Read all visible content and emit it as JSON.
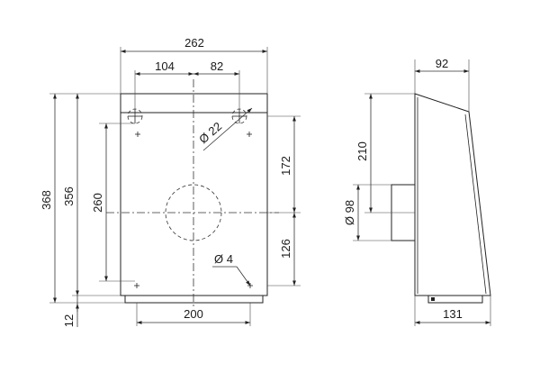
{
  "drawing": {
    "front_view": {
      "width_total": "262",
      "offset_left": "104",
      "offset_right": "82",
      "height_total": "368",
      "height_body": "356",
      "height_inner": "260",
      "height_upper": "172",
      "height_lower": "126",
      "bottom_gap": "12",
      "bottom_width": "200",
      "hole_diameter": "Ø 22",
      "screw_diameter": "Ø 4"
    },
    "side_view": {
      "top_depth": "92",
      "upper_height": "210",
      "spigot_diameter": "Ø 98",
      "bottom_depth": "131"
    }
  }
}
